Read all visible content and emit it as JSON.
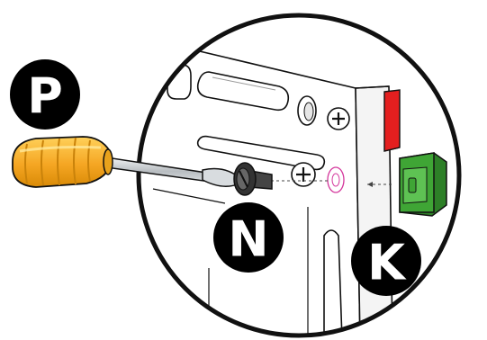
{
  "callouts": {
    "p": "P",
    "n": "N",
    "k": "K"
  },
  "colors": {
    "outline": "#111111",
    "panel": "#ffffff",
    "screwdriver_handle": "#f5a623",
    "screwdriver_handle_shade": "#e08e0b",
    "shaft": "#cfd3d6",
    "green_part": "#3fa535",
    "green_part_shade": "#2d7f27",
    "red_part": "#e41f1f",
    "magenta_target": "#d4379c",
    "callout_fill": "#000000"
  }
}
